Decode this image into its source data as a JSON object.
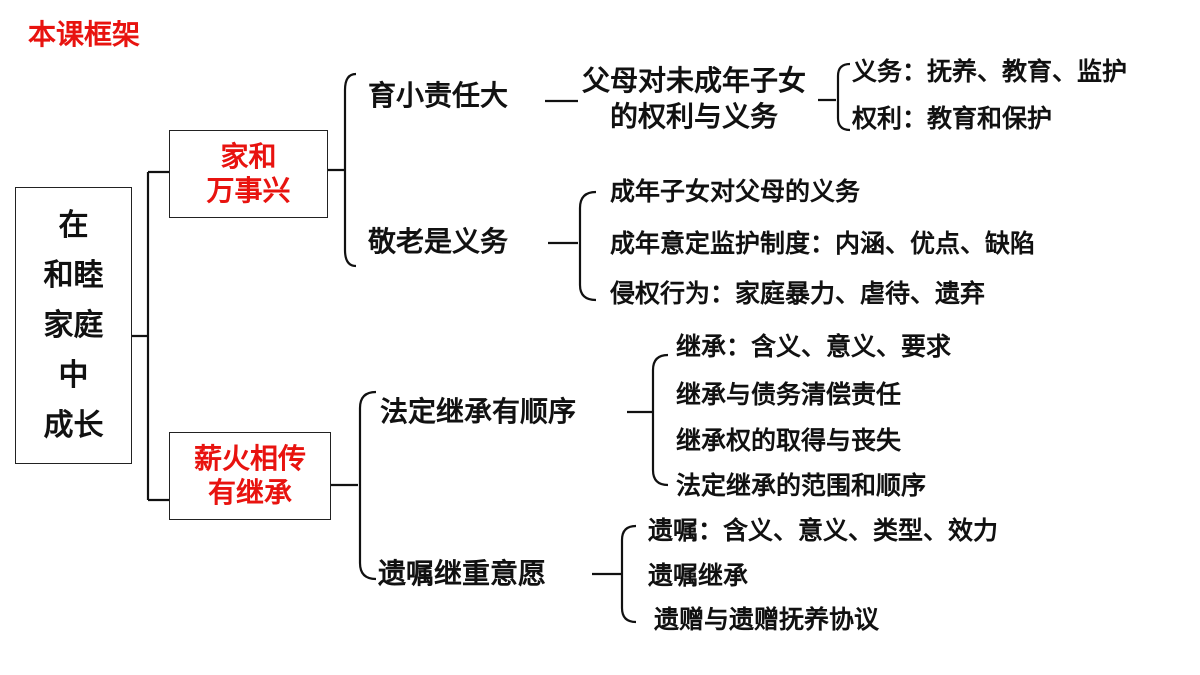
{
  "slide": {
    "title": "本课框架",
    "root": [
      "在",
      "和睦",
      "家庭",
      "中",
      "成长"
    ],
    "branches": [
      {
        "label_lines": [
          "家和",
          "万事兴"
        ],
        "subtopics": [
          {
            "label": "育小责任大",
            "middle_lines": [
              "父母对未成年子女",
              "的权利与义务"
            ],
            "leaves": [
              "义务：抚养、教育、监护",
              "权利：教育和保护"
            ]
          },
          {
            "label": "敬老是义务",
            "leaves": [
              "成年子女对父母的义务",
              "成年意定监护制度：内涵、优点、缺陷",
              "侵权行为：家庭暴力、虐待、遗弃"
            ]
          }
        ]
      },
      {
        "label_lines": [
          "薪火相传",
          "有继承"
        ],
        "subtopics": [
          {
            "label": "法定继承有顺序",
            "leaves": [
              "继承：含义、意义、要求",
              "继承与债务清偿责任",
              "继承权的取得与丧失",
              "法定继承的范围和顺序"
            ]
          },
          {
            "label": "遗嘱继重意愿",
            "leaves": [
              "遗嘱：含义、意义、类型、效力",
              "遗嘱继承",
              "遗赠与遗赠抚养协议"
            ]
          }
        ]
      }
    ],
    "colors": {
      "accent": "#e8130f",
      "text": "#111111",
      "line": "#111111"
    }
  }
}
